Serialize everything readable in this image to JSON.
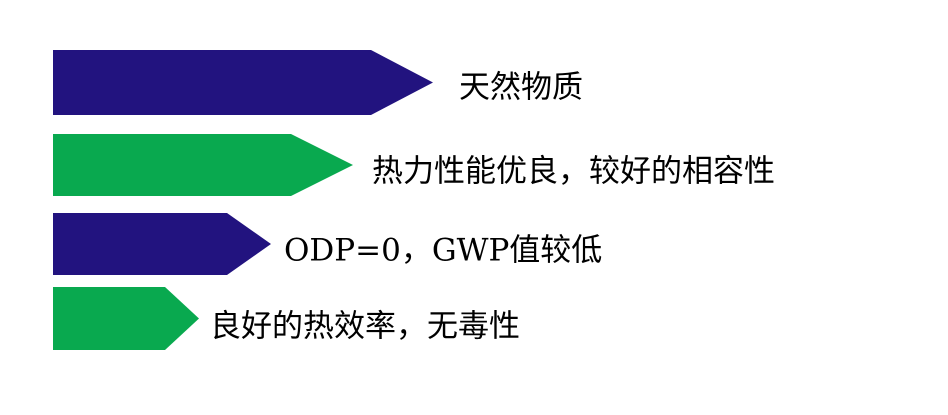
{
  "colors": {
    "navy": "#22137f",
    "green": "#09a94f"
  },
  "features": [
    {
      "label": "天然物质",
      "color_key": "navy"
    },
    {
      "label": "热力性能优良，较好的相容性",
      "color_key": "green"
    },
    {
      "label": "ODP=0，GWP值较低",
      "color_key": "navy"
    },
    {
      "label": "良好的热效率，无毒性",
      "color_key": "green"
    }
  ]
}
